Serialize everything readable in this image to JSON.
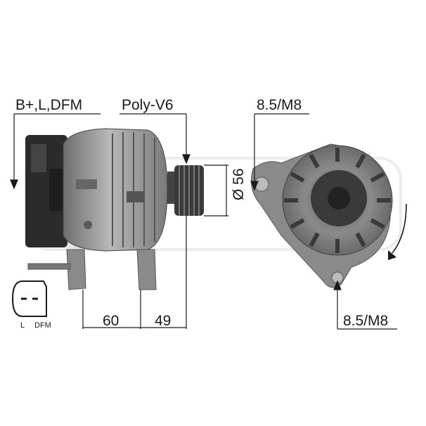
{
  "labels": {
    "connector_terminals": "B+,L,DFM",
    "pulley_type": "Poly-V6",
    "pulley_diameter": "Ø 56",
    "mount_top_right": "8.5/M8",
    "mount_bottom_right": "8.5/M8",
    "dim_mount_to_body": "60",
    "dim_body_to_pulley": "49",
    "pin_left": "L",
    "pin_right": "DFM"
  },
  "colors": {
    "line": "#1a1a1a",
    "metal_light": "#9a9a9a",
    "metal_dark": "#3a3a3a",
    "watermark": "#e6e6e6"
  }
}
